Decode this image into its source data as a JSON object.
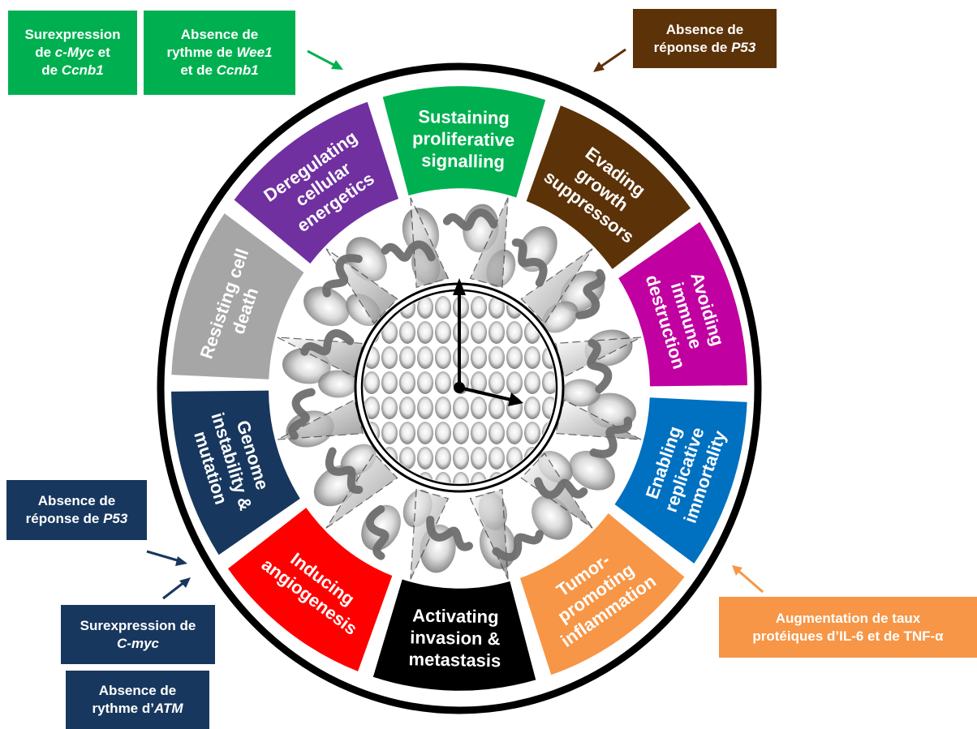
{
  "colors": {
    "green": "#00b050",
    "brown": "#5c3208",
    "magenta": "#c000a0",
    "blue": "#0070c0",
    "orange": "#f79646",
    "black": "#000000",
    "red": "#ff0000",
    "navy": "#17375e",
    "grey": "#a6a6a6",
    "purple": "#7030a0"
  },
  "hallmarks": [
    {
      "lines": [
        "Sustaining",
        "proliferative",
        "signalling"
      ],
      "color": "#00b050"
    },
    {
      "lines": [
        "Evading",
        "growth",
        "suppressors"
      ],
      "color": "#5c3208"
    },
    {
      "lines": [
        "Avoiding",
        "immune",
        "destruction"
      ],
      "color": "#c000a0"
    },
    {
      "lines": [
        "Enabling",
        "replicative",
        "immortality"
      ],
      "color": "#0070c0"
    },
    {
      "lines": [
        "Tumor-",
        "promoting",
        "inflammation"
      ],
      "color": "#f79646"
    },
    {
      "lines": [
        "Activating",
        "invasion &",
        "metastasis"
      ],
      "color": "#000000"
    },
    {
      "lines": [
        "Inducing",
        "angiogenesis"
      ],
      "color": "#ff0000"
    },
    {
      "lines": [
        "Genome",
        "instability &",
        "mutation"
      ],
      "color": "#17375e"
    },
    {
      "lines": [
        "Resisting cell",
        "death"
      ],
      "color": "#a6a6a6"
    },
    {
      "lines": [
        "Deregulating",
        "cellular",
        "energetics"
      ],
      "color": "#7030a0"
    }
  ],
  "annotations": {
    "green_1": {
      "lines": [
        [
          "Surexpression"
        ],
        [
          "de ",
          "c-Myc",
          " et"
        ],
        [
          "de ",
          "Ccnb1",
          ""
        ]
      ]
    },
    "green_2": {
      "lines": [
        [
          "Absence de"
        ],
        [
          "rythme de ",
          "Wee1",
          ""
        ],
        [
          "et de ",
          "Ccnb1",
          ""
        ]
      ]
    },
    "brown_1": {
      "lines": [
        [
          "Absence de"
        ],
        [
          "réponse de ",
          "P53",
          ""
        ]
      ]
    },
    "navy_1": {
      "lines": [
        [
          "Absence de"
        ],
        [
          "réponse de ",
          "P53",
          ""
        ]
      ]
    },
    "navy_2": {
      "lines": [
        [
          "Surexpression de"
        ],
        [
          "",
          "C-myc",
          ""
        ]
      ]
    },
    "navy_3": {
      "lines": [
        [
          "Absence de"
        ],
        [
          "rythme d’",
          "ATM",
          ""
        ]
      ]
    },
    "orange_1": {
      "lines": [
        [
          "Augmentation de taux"
        ],
        [
          "protéiques d’IL-6  et de TNF-α"
        ]
      ]
    }
  }
}
